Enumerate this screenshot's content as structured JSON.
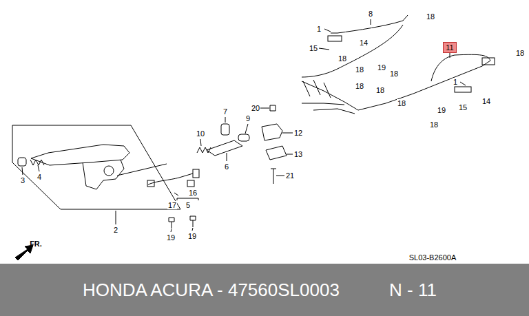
{
  "diagram": {
    "nodes": [
      {
        "text": [
          "11"
        ]
      },
      {
        "text": [
          "HONDA ACURA - 47560SL0003",
          "N - 11"
        ]
      }
    ],
    "labels": [
      "8",
      "18",
      "1",
      "14",
      "15",
      "18",
      "18",
      "18",
      "19",
      "18",
      "18",
      "18",
      "1",
      "18",
      "14",
      "15",
      "20",
      "7",
      "19",
      "9",
      "18",
      "12",
      "10",
      "13",
      "6",
      "21",
      "4",
      "3",
      "16",
      "17",
      "5",
      "2",
      "19",
      "19",
      "FR.",
      "SL03-B2600A"
    ]
  }
}
